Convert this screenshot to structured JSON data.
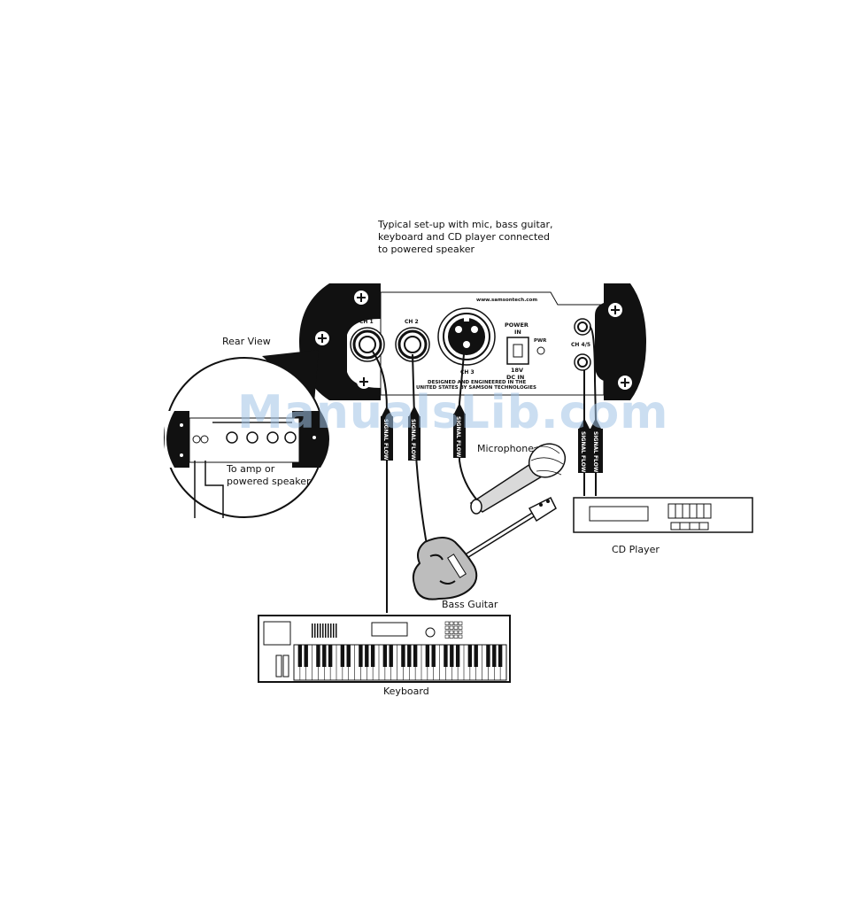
{
  "caption": {
    "line1": "Typical set-up with mic, bass guitar,",
    "line2": "keyboard and CD player connected",
    "line3": "to powered speaker"
  },
  "labels": {
    "rear_view": "Rear View",
    "to_amp_line1": "To amp or",
    "to_amp_line2": "powered speaker",
    "microphone": "Microphone",
    "cd_player": "CD Player",
    "bass_guitar": "Bass Guitar",
    "keyboard": "Keyboard"
  },
  "panel": {
    "website": "www.samsontech.com",
    "ch1": "CH 1",
    "ch2": "CH 2",
    "ch3": "CH 3",
    "ch45": "CH 4/5",
    "power_in_1": "POWER",
    "power_in_2": "IN",
    "pwr": "PWR",
    "dc_1": "18V",
    "dc_2": "DC IN",
    "designed_1": "DESIGNED AND ENGINEERED IN THE",
    "designed_2": "UNITED STATES BY SAMSON TECHNOLOGIES"
  },
  "signal_flow": "SIGNAL FLOW",
  "watermark": "ManualsLib.com",
  "colors": {
    "panel_black": "#111111",
    "guitar_gray": "#bdbdbd",
    "mic_gray": "#d9d9d9",
    "watermark": "#a0c3e6"
  }
}
